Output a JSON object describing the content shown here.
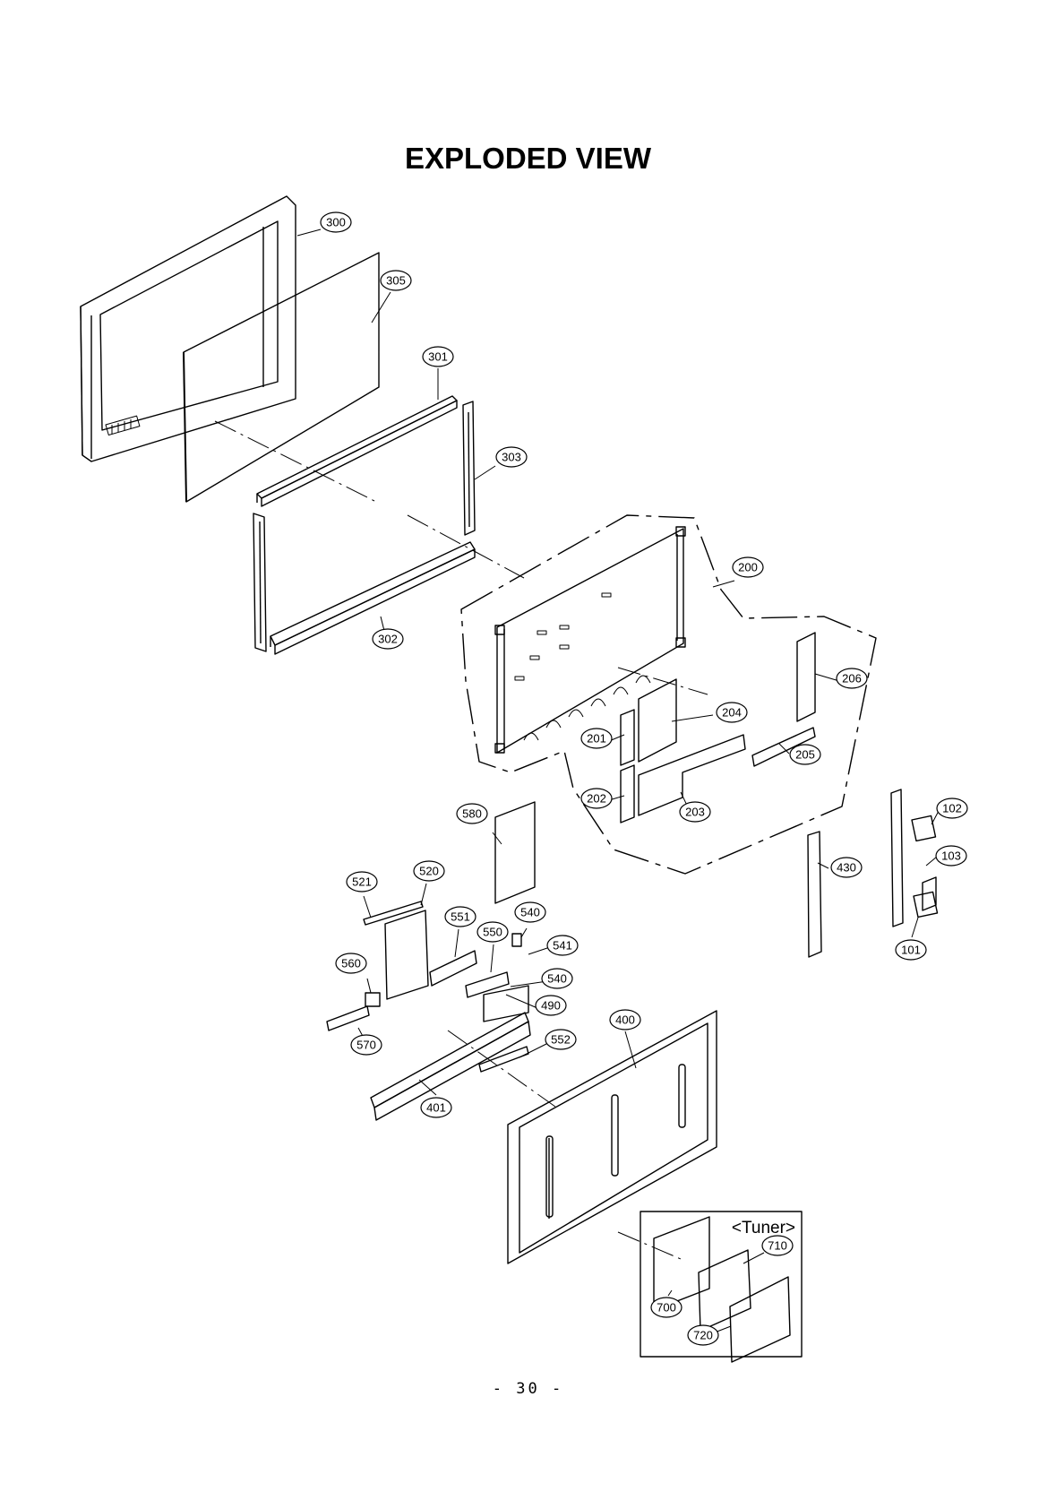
{
  "title": "EXPLODED VIEW",
  "page_number": "- 30 -",
  "inset": {
    "label": "<Tuner>"
  },
  "callouts": [
    "300",
    "305",
    "301",
    "303",
    "302",
    "200",
    "206",
    "204",
    "201",
    "205",
    "202",
    "203",
    "580",
    "102",
    "103",
    "430",
    "101",
    "521",
    "520",
    "551",
    "540",
    "550",
    "541",
    "560",
    "540",
    "490",
    "570",
    "552",
    "400",
    "401",
    "710",
    "700",
    "720"
  ]
}
